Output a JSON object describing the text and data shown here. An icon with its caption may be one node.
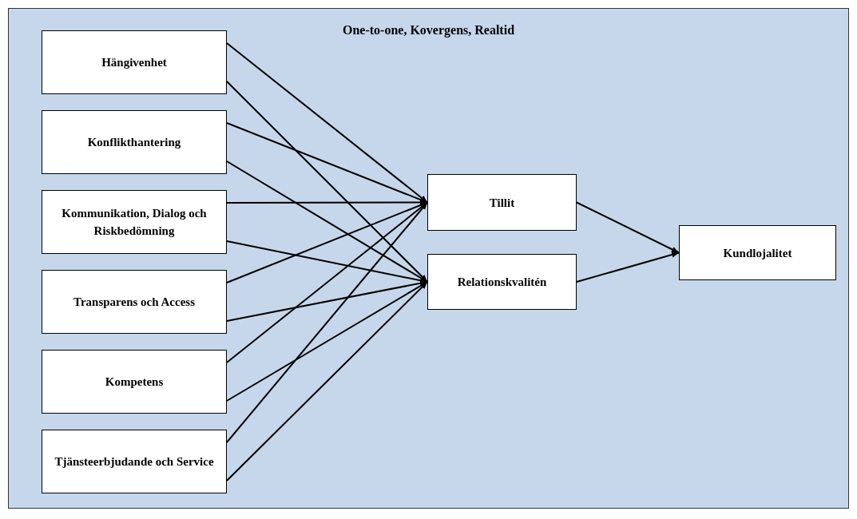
{
  "diagram": {
    "nodes": [
      {
        "text": [
          "One-to-one, Kovergens, Realtid"
        ]
      },
      {
        "text": [
          "Hängivenhet"
        ],
        "in": 0
      },
      {
        "text": [
          "Konflikthantering"
        ],
        "in": 0
      },
      {
        "text": [
          "Kommunikation, Dialog och Riskbedömning"
        ],
        "in": 0
      },
      {
        "text": [
          "Transparens och Access"
        ],
        "in": 0
      },
      {
        "text": [
          "Kompetens"
        ],
        "in": 0
      },
      {
        "text": [
          "Tjänsteerbjudande och Service"
        ],
        "in": 0
      },
      {
        "text": [
          "Tillit"
        ],
        "in": 0
      },
      {
        "text": [
          "Relationskvalitén"
        ],
        "in": 0
      },
      {
        "text": [
          "Kundlojalitet"
        ],
        "in": 0
      }
    ],
    "edges": [
      {
        "from": 1,
        "to": 7,
        "arrow": "to"
      },
      {
        "from": 1,
        "to": 8,
        "arrow": "to"
      },
      {
        "from": 2,
        "to": 7,
        "arrow": "to"
      },
      {
        "from": 2,
        "to": 8,
        "arrow": "to"
      },
      {
        "from": 3,
        "to": 7,
        "arrow": "to"
      },
      {
        "from": 3,
        "to": 8,
        "arrow": "to"
      },
      {
        "from": 4,
        "to": 7,
        "arrow": "to"
      },
      {
        "from": 4,
        "to": 8,
        "arrow": "to"
      },
      {
        "from": 5,
        "to": 7,
        "arrow": "to"
      },
      {
        "from": 5,
        "to": 8,
        "arrow": "to"
      },
      {
        "from": 6,
        "to": 7,
        "arrow": "to"
      },
      {
        "from": 6,
        "to": 8,
        "arrow": "to"
      },
      {
        "from": 7,
        "to": 9,
        "arrow": "to"
      },
      {
        "from": 8,
        "to": 9,
        "arrow": "to"
      }
    ]
  }
}
